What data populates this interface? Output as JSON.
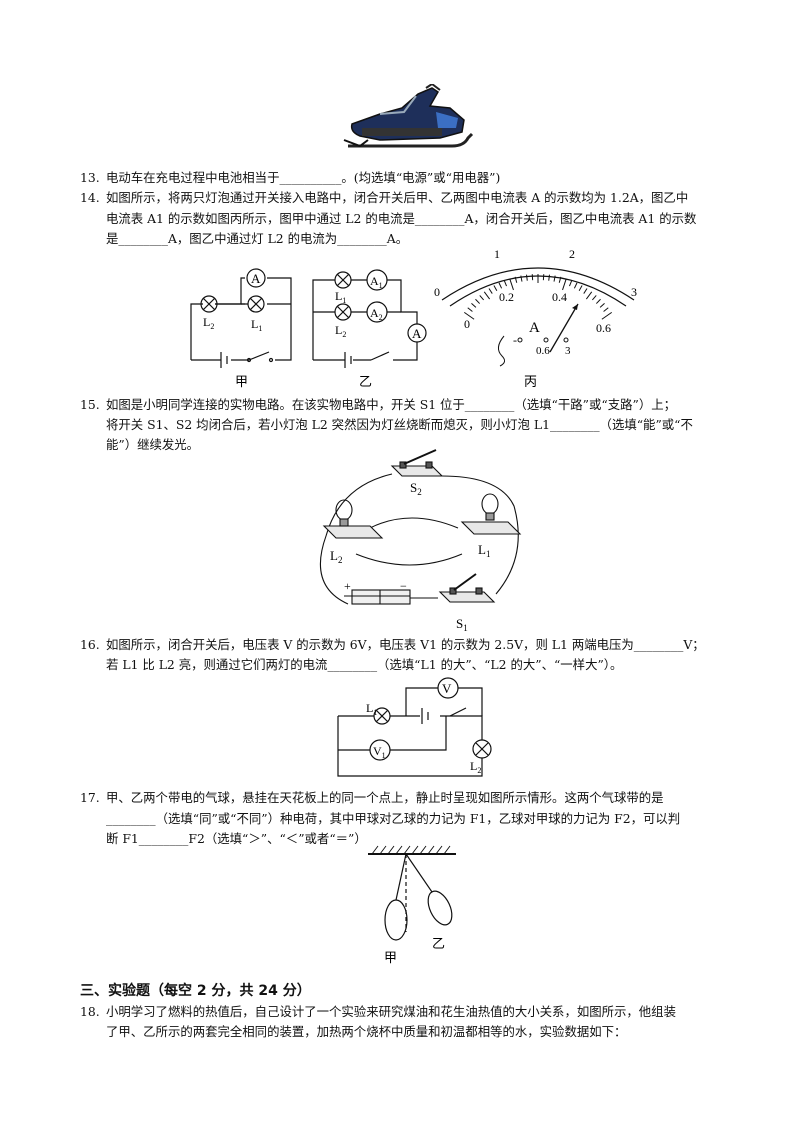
{
  "q13": {
    "num": "13.",
    "text": "电动车在充电过程中电池相当于__________。(均选填“电源”或“用电器”)"
  },
  "q14": {
    "num": "14.",
    "line1": "如图所示，将两只灯泡通过开关接入电路中，闭合开关后甲、乙两图中电流表 A 的示数均为 1.2A，图乙中",
    "line2": "电流表 A1 的示数如图丙所示，图甲中通过 L2 的电流是________A，闭合开关后，图乙中电流表 A1 的示数",
    "line3": "是________A，图乙中通过灯 L2 的电流为________A。",
    "fig": {
      "jia": "甲",
      "yi": "乙",
      "bing": "丙",
      "L1": "L1",
      "L2": "L2",
      "A": "A",
      "A1": "A1",
      "A2": "A2",
      "scale_top": [
        "0",
        "1",
        "2",
        "3"
      ],
      "scale_bottom": [
        "0",
        "0.2",
        "0.4",
        "0.6"
      ],
      "meter_label": "A",
      "term_minus": "-",
      "term_06": "0.6",
      "term_3": "3"
    }
  },
  "q15": {
    "num": "15.",
    "line1": "如图是小明同学连接的实物电路。在该实物电路中，开关 S1 位于________（选填“干路”或“支路”）上；",
    "line2": "将开关 S1、S2 均闭合后，若小灯泡 L2 突然因为灯丝烧断而熄灭，则小灯泡 L1________（选填“能”或“不",
    "line3": "能”）继续发光。",
    "fig": {
      "S2": "S2",
      "L2": "L2",
      "L1": "L1",
      "S1": "S1",
      "plus": "+",
      "minus": "−"
    }
  },
  "q16": {
    "num": "16.",
    "line1": "如图所示，闭合开关后，电压表 V 的示数为 6V，电压表 V1 的示数为 2.5V，则 L1 两端电压为________V；",
    "line2": "若 L1 比 L2 亮，则通过它们两灯的电流________（选填“L1 的大”、“L2 的大”、“一样大”）。",
    "fig": {
      "V": "V",
      "V1": "V1",
      "L1": "L1",
      "L2": "L2"
    }
  },
  "q17": {
    "num": "17.",
    "line1": "甲、乙两个带电的气球，悬挂在天花板上的同一个点上，静止时呈现如图所示情形。这两个气球带的是",
    "line2": "________（选填“同”或“不同”）种电荷，其中甲球对乙球的力记为 F1，乙球对甲球的力记为 F2，可以判",
    "line3": "断 F1________F2（选填“＞”、“＜”或者“＝”）",
    "fig": {
      "jia": "甲",
      "yi": "乙"
    }
  },
  "section3": {
    "title": "三、实验题（每空 2 分，共 24 分）"
  },
  "q18": {
    "num": "18.",
    "line1": "小明学习了燃料的热值后，自己设计了一个实验来研究煤油和花生油热值的大小关系，如图所示，他组装",
    "line2": "了甲、乙所示的两套完全相同的装置，加热两个烧杯中质量和初温都相等的水，实验数据如下："
  }
}
